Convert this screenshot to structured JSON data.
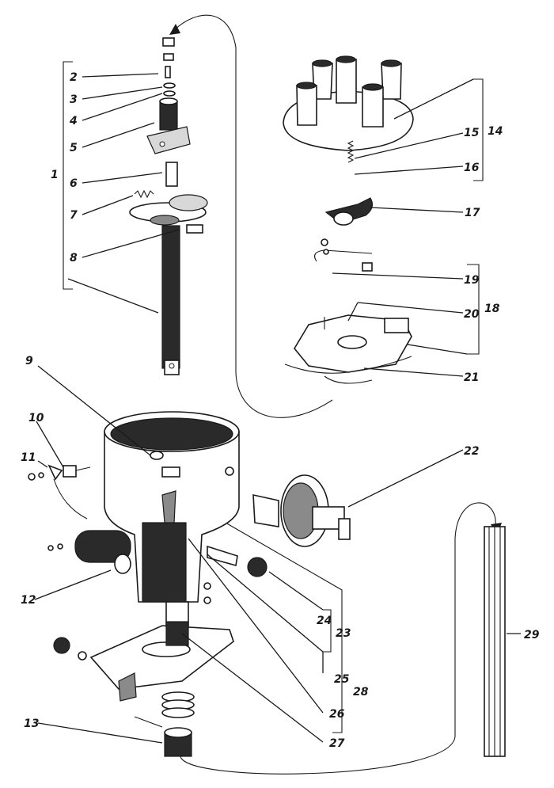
{
  "callouts": {
    "c1": "1",
    "c2": "2",
    "c3": "3",
    "c4": "4",
    "c5": "5",
    "c6": "6",
    "c7": "7",
    "c8": "8",
    "c9": "9",
    "c10": "10",
    "c11": "11",
    "c12": "12",
    "c13": "13",
    "c14": "14",
    "c15": "15",
    "c16": "16",
    "c17": "17",
    "c18": "18",
    "c19": "19",
    "c20": "20",
    "c21": "21",
    "c22": "22",
    "c23": "23",
    "c24": "24",
    "c25": "25",
    "c26": "26",
    "c27": "27",
    "c28": "28",
    "c29": "29"
  },
  "colors": {
    "ink": "#1a1a1a",
    "paper": "#ffffff",
    "shade": "#2a2a2a"
  }
}
